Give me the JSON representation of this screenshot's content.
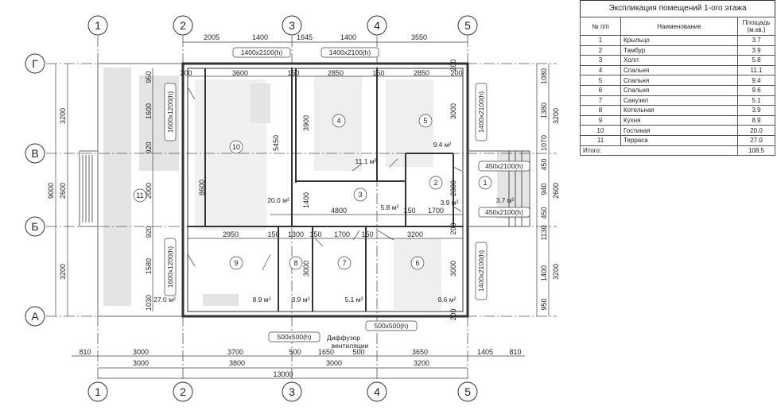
{
  "axes": {
    "columns": [
      "1",
      "2",
      "3",
      "4",
      "5"
    ],
    "rows": [
      "Г",
      "В",
      "Б",
      "А"
    ]
  },
  "rooms": [
    {
      "num": "1",
      "area": ""
    },
    {
      "num": "2",
      "area": ""
    },
    {
      "num": "3",
      "area": "5.8 м²"
    },
    {
      "num": "4",
      "area": ""
    },
    {
      "num": "5",
      "area": "9.4 м²"
    },
    {
      "num": "6",
      "area": "9.6 м²"
    },
    {
      "num": "7",
      "area": "5.1 м²"
    },
    {
      "num": "8",
      "area": "3.9 м²"
    },
    {
      "num": "9",
      "area": "8.9 м²"
    },
    {
      "num": "10",
      "area": "20.0 м²"
    },
    {
      "num": "11",
      "area": "27.0 м²"
    }
  ],
  "extra_areas": {
    "a1": "11.1 м²",
    "a2": "3.7 м²",
    "a3": "3.9 м²"
  },
  "openings": {
    "win_top": "1400x2100(h)",
    "win_left": "1600x1200(h)",
    "win_right": "1400x2100(h)",
    "door_small": "450x2100(h)",
    "vent": "500x500(h)",
    "diffuser_1": "Диффузор",
    "diffuser_2": "вентиляции"
  },
  "dims": {
    "top": [
      "2005",
      "1400",
      "1645",
      "1400",
      "3550"
    ],
    "inner_top": [
      "200",
      "3600",
      "150",
      "2850",
      "150",
      "2850",
      "200"
    ],
    "mid": [
      "4800",
      "150",
      "1700"
    ],
    "inner_bottom": [
      "2950",
      "150",
      "1300",
      "150",
      "1700",
      "150",
      "3200"
    ],
    "bottom1": [
      "810",
      "3000",
      "3700",
      "500",
      "1650",
      "500",
      "3650",
      "1405",
      "810"
    ],
    "bottom2": [
      "3000",
      "3800",
      "3000",
      "3200"
    ],
    "total": "13000",
    "left_outer": [
      "3200",
      "2600",
      "3200"
    ],
    "left_total": "9000",
    "left_inner": [
      "950",
      "1600",
      "920",
      "2000",
      "920",
      "1580",
      "1030"
    ],
    "right_outer": [
      "3200",
      "2600",
      "3200"
    ],
    "right_inner": [
      "1080",
      "1380",
      "1070",
      "450",
      "940",
      "450",
      "1130",
      "1400",
      "950"
    ],
    "vertical_rooms": [
      "3900",
      "5450",
      "8600",
      "1400",
      "2300",
      "3000",
      "3000",
      "3000",
      "200",
      "200",
      "200"
    ]
  },
  "legend": {
    "title": "Экспликация помещений 1-ого этажа",
    "headers": [
      "№ п/п",
      "Наименование",
      "Площадь (м.кв.)"
    ],
    "rows": [
      [
        "1",
        "Крыльцо",
        "3.7"
      ],
      [
        "2",
        "Тамбур",
        "3.9"
      ],
      [
        "3",
        "Холл",
        "5.8"
      ],
      [
        "4",
        "Спальня",
        "11.1"
      ],
      [
        "5",
        "Спальня",
        "9.4"
      ],
      [
        "6",
        "Спальня",
        "9.6"
      ],
      [
        "7",
        "Санузел",
        "5.1"
      ],
      [
        "8",
        "Котельная",
        "3.9"
      ],
      [
        "9",
        "Кухня",
        "8.9"
      ],
      [
        "10",
        "Гостиная",
        "20.0"
      ],
      [
        "11",
        "Терраса",
        "27.0"
      ]
    ],
    "total_label": "Итого:",
    "total_value": "108.5"
  }
}
